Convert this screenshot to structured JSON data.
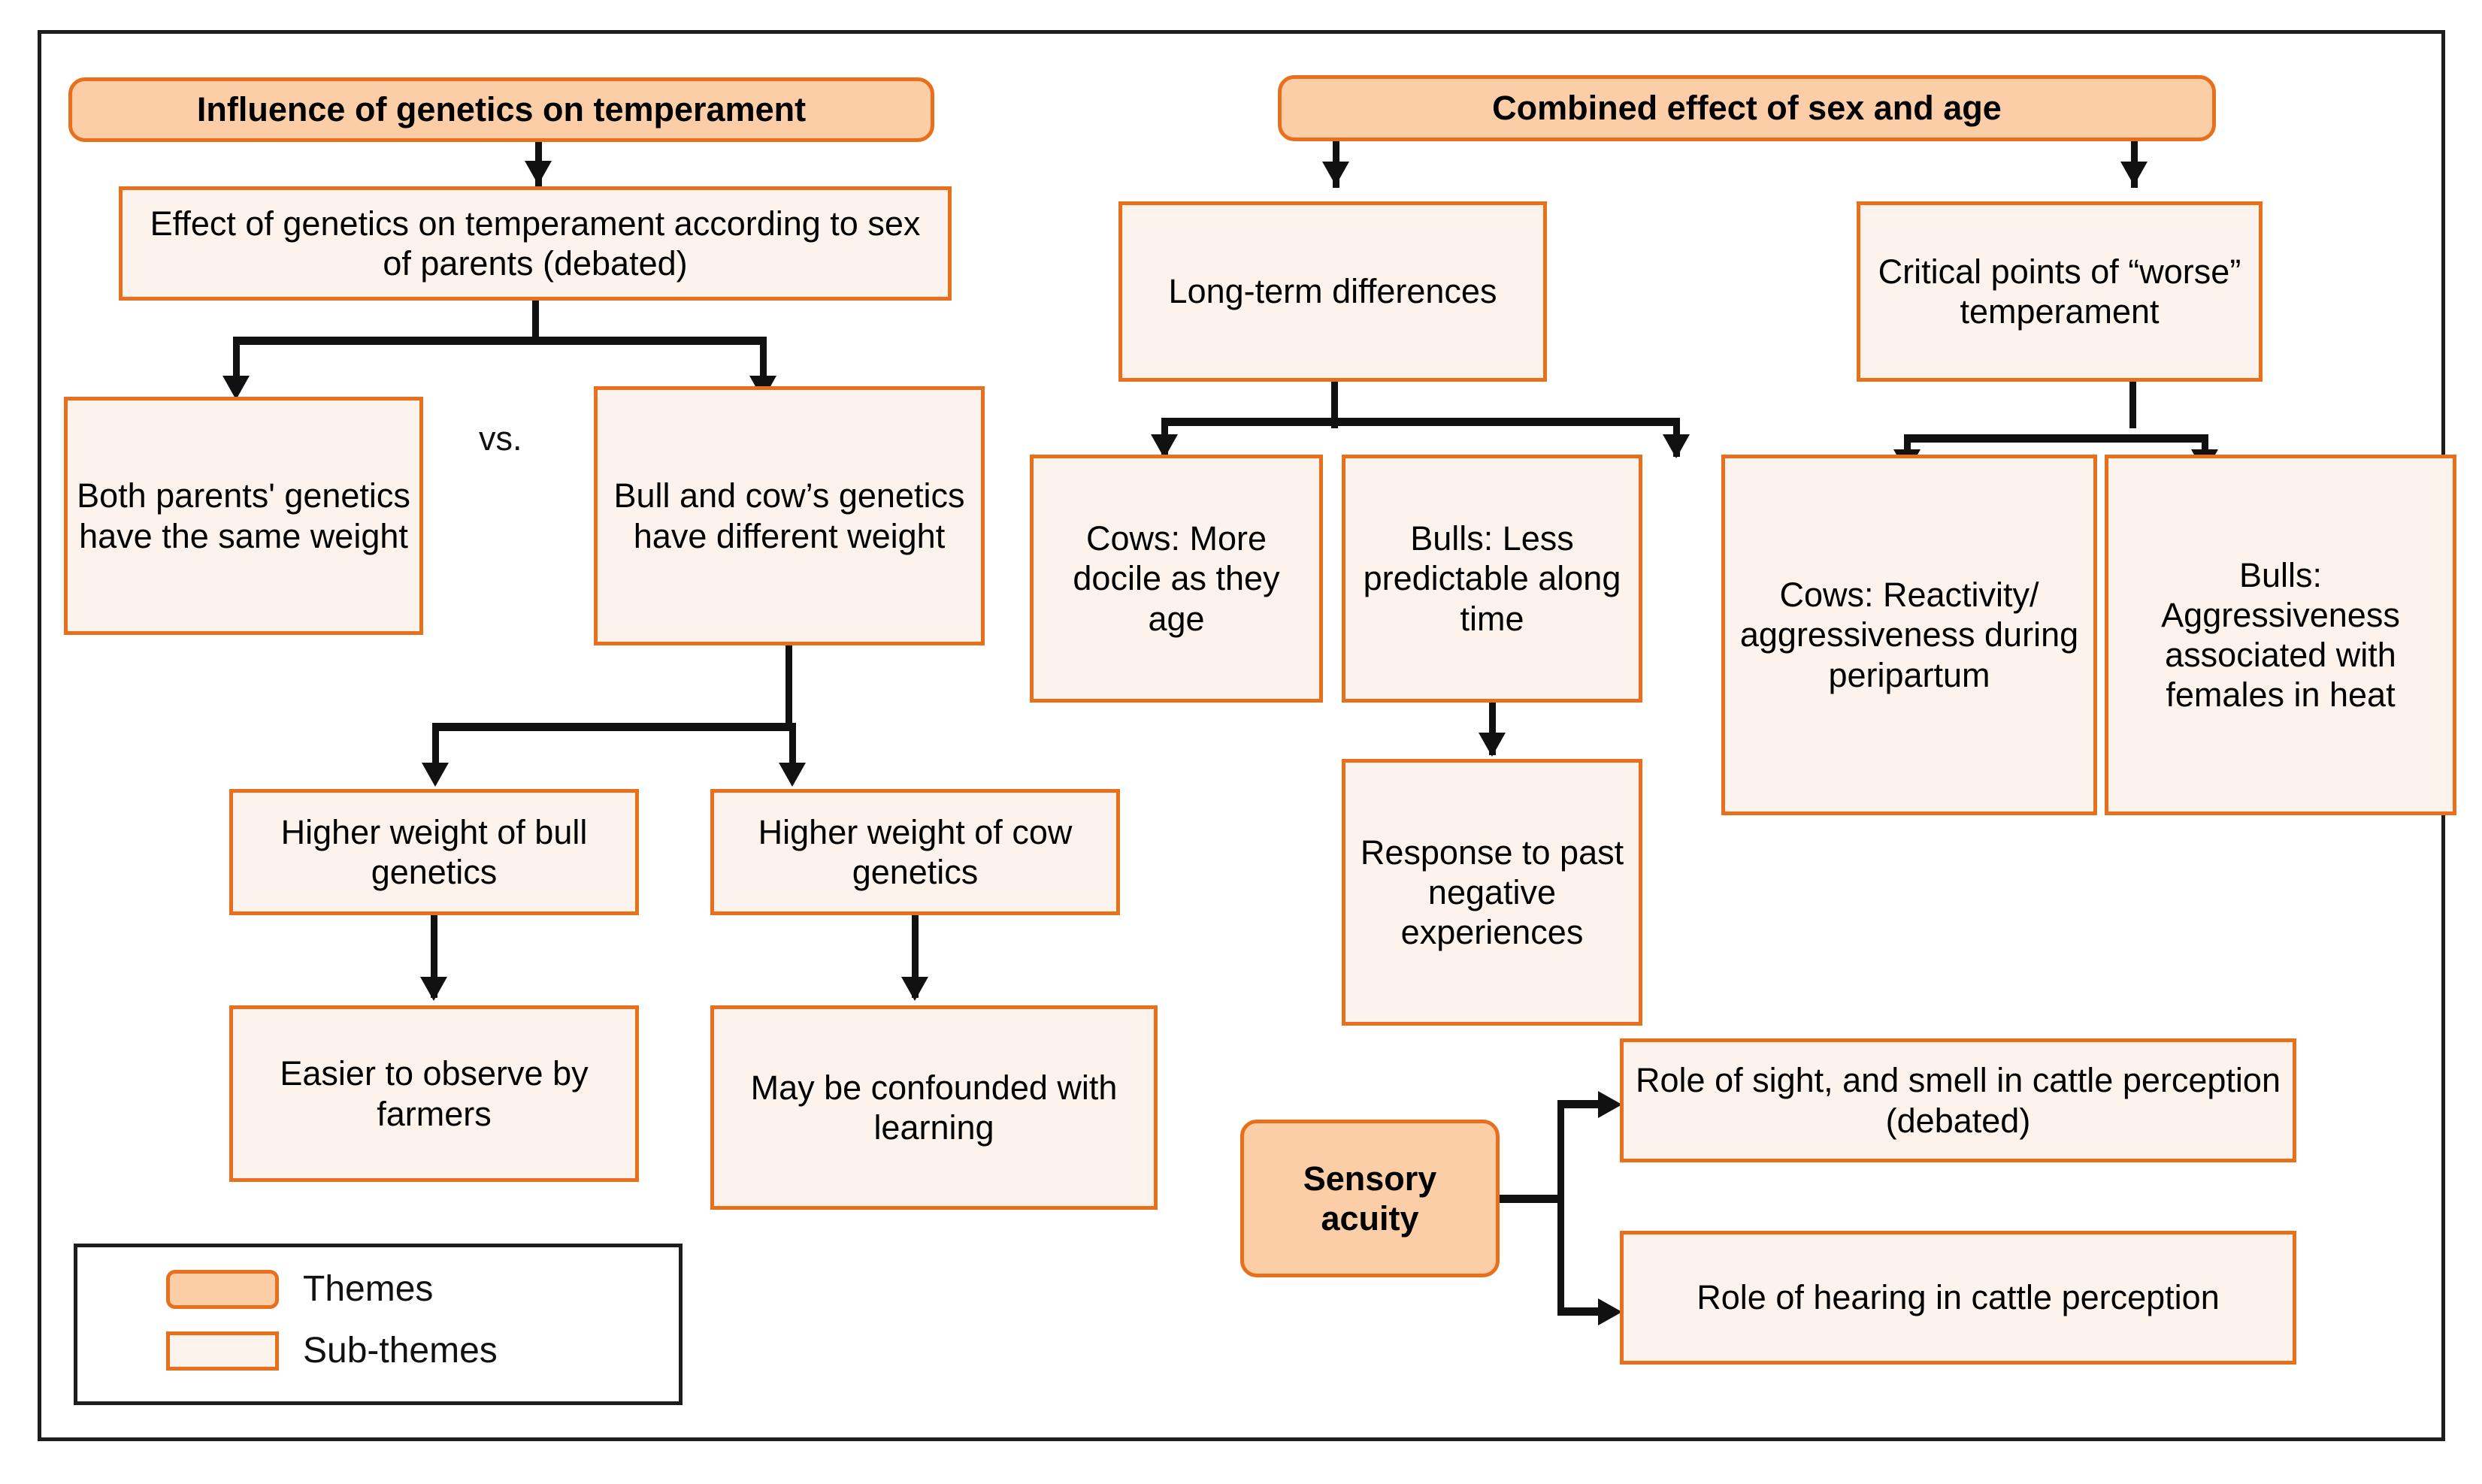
{
  "diagram": {
    "title_present": false,
    "colors": {
      "theme_fill": "#FBCEA8",
      "subtheme_fill": "#FDF3ED",
      "node_border": "#E8701C",
      "frame_border": "#1D1D1D",
      "connector": "#111111"
    }
  },
  "themes": [
    {
      "id": "genetics",
      "label": "Influence of genetics on temperament"
    },
    {
      "id": "sex_age",
      "label": "Combined effect of sex and age"
    },
    {
      "id": "sensory",
      "label": "Sensory acuity"
    }
  ],
  "subthemes": {
    "effect_parents_sex": "Effect of genetics on temperament according to sex of parents (debated)",
    "both_parents_same": "Both parents' genetics have the same weight",
    "vs_label": "vs.",
    "bull_cow_different": "Bull and cow’s genetics have different weight",
    "higher_bull": "Higher weight of bull genetics",
    "higher_cow": "Higher weight of cow genetics",
    "easier_observe": "Easier to observe by farmers",
    "confounded_learning": "May be confounded with learning",
    "long_term_differences": "Long-term differences",
    "cows_docile": "Cows: More docile as they age",
    "bulls_less_predictable": "Bulls: Less predictable along time",
    "response_past_negative": "Response to past negative experiences",
    "critical_points": "Critical points of “worse” temperament",
    "cows_reactivity": "Cows: Reactivity/ aggressiveness during peripartum",
    "bulls_aggressiveness": "Bulls: Aggressiveness associated with females in heat",
    "role_sight_smell": "Role of sight, and smell in cattle perception (debated)",
    "role_hearing": "Role of hearing in cattle perception"
  },
  "legend": {
    "items": [
      {
        "key": "themes",
        "label": "Themes",
        "style": "theme"
      },
      {
        "key": "sub-themes",
        "label": "Sub-themes",
        "style": "sub-theme"
      }
    ]
  }
}
